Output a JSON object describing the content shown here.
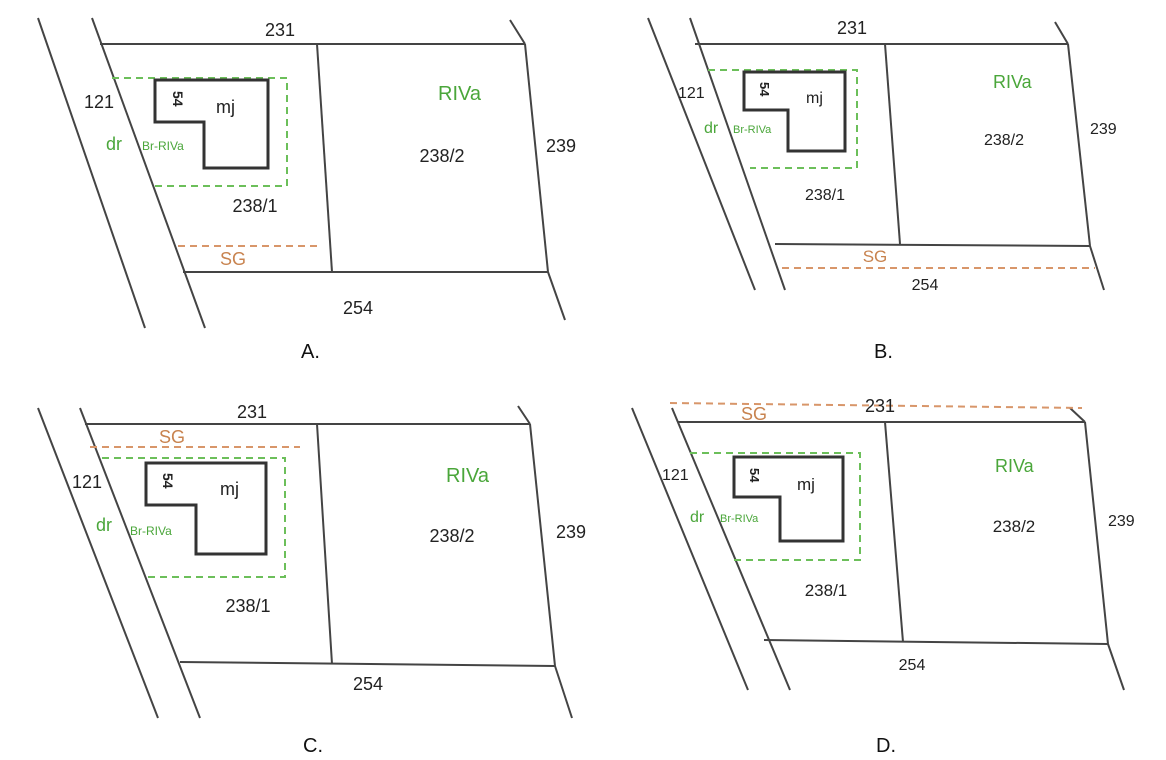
{
  "panels": [
    {
      "id": "A",
      "caption": "A.",
      "north": "231",
      "west": "121",
      "east": "239",
      "south": "254",
      "road": "dr",
      "zone": "RIVa",
      "buffer_zone": "Br-RIVa",
      "parcel_left": "238/1",
      "parcel_right": "238/2",
      "building": "mj",
      "floors": "54",
      "setback": "SG"
    },
    {
      "id": "B",
      "caption": "B.",
      "north": "231",
      "west": "121",
      "east": "239",
      "south": "254",
      "road": "dr",
      "zone": "RIVa",
      "buffer_zone": "Br-RIVa",
      "parcel_left": "238/1",
      "parcel_right": "238/2",
      "building": "mj",
      "floors": "54",
      "setback": "SG"
    },
    {
      "id": "C",
      "caption": "C.",
      "north": "231",
      "west": "121",
      "east": "239",
      "south": "254",
      "road": "dr",
      "zone": "RIVa",
      "buffer_zone": "Br-RIVa",
      "parcel_left": "238/1",
      "parcel_right": "238/2",
      "building": "mj",
      "floors": "54",
      "setback": "SG"
    },
    {
      "id": "D",
      "caption": "D.",
      "north": "231",
      "west": "121",
      "east": "239",
      "south": "254",
      "road": "dr",
      "zone": "RIVa",
      "buffer_zone": "Br-RIVa",
      "parcel_left": "238/1",
      "parcel_right": "238/2",
      "building": "mj",
      "floors": "54",
      "setback": "SG"
    }
  ]
}
